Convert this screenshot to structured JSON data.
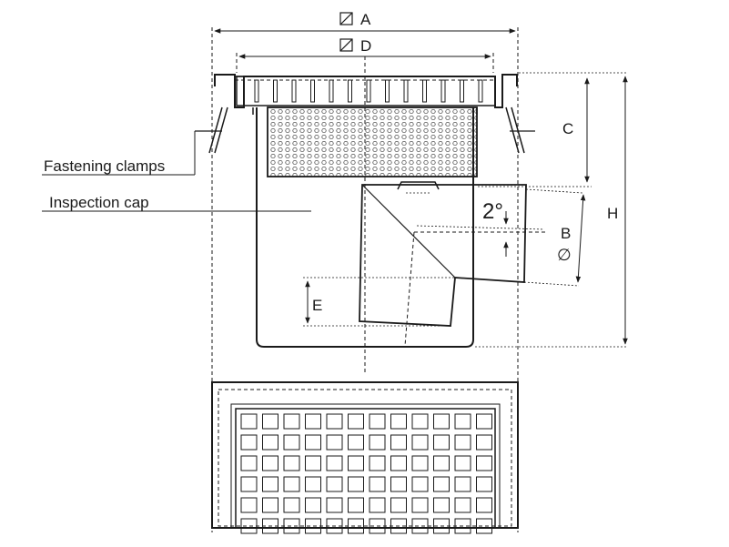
{
  "labels": {
    "dim_a": "A",
    "dim_d": "D",
    "dim_c": "C",
    "dim_b": "B",
    "dim_h": "H",
    "dim_e": "E",
    "angle": "2°",
    "diameter_symbol": "∅",
    "fastening_clamps": "Fastening clamps",
    "inspection_cap": "Inspection cap"
  },
  "grate_top_view": {
    "columns": 12,
    "rows": 6
  }
}
